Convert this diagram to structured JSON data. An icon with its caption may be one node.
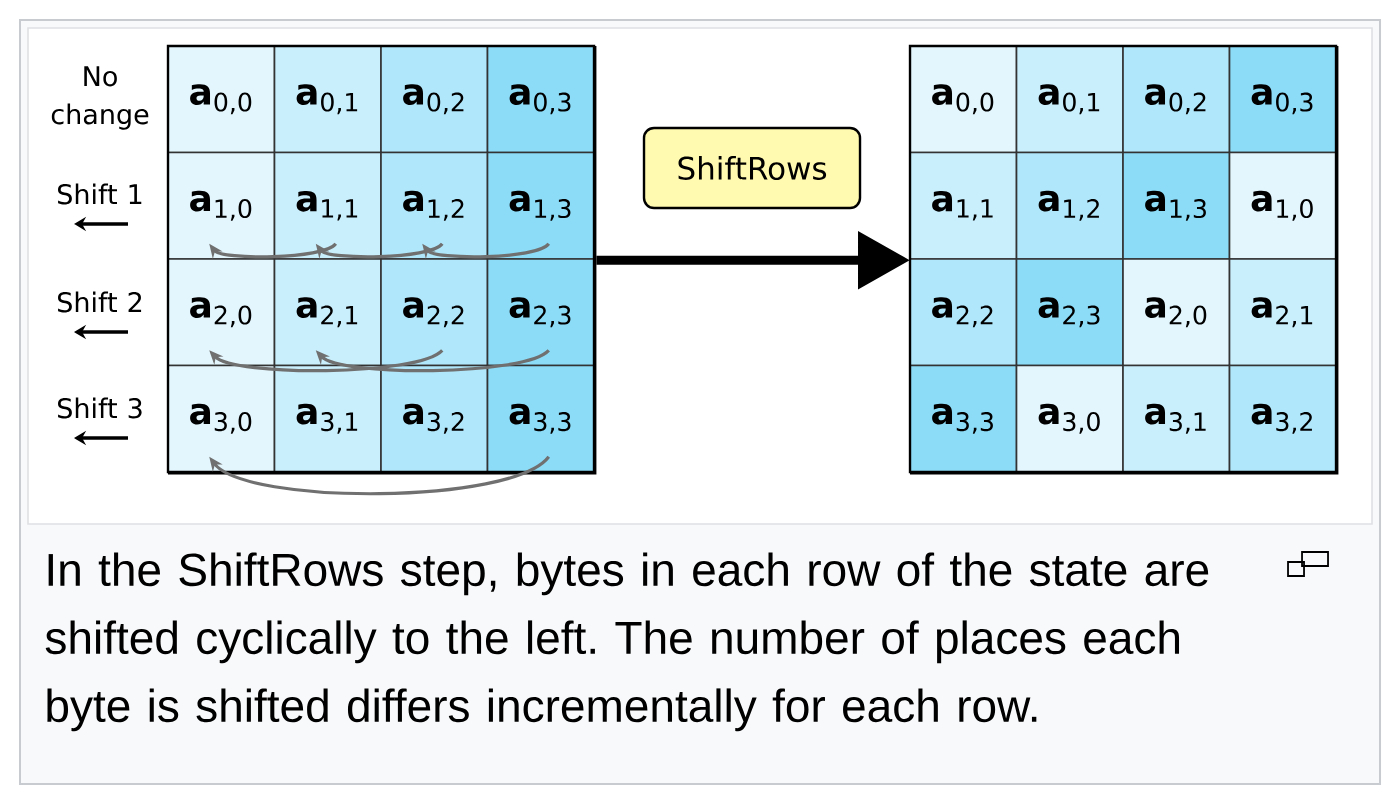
{
  "diagram": {
    "caption": "In the ShiftRows step, bytes in each row of the state are shifted cyclically to the left. The number of places each byte is shifted differs incrementally for each row.",
    "nodes": [
      {
        "text": [],
        "shape": "box"
      },
      {
        "text": [
          "**a**$_{0,0}$"
        ],
        "in": 0
      },
      {
        "text": [
          "**a**$_{0,1}$"
        ],
        "in": 0
      },
      {
        "text": [
          "**a**$_{0,2}$"
        ],
        "in": 0
      },
      {
        "text": [
          "**a**$_{0,3}$"
        ],
        "in": 0
      },
      {
        "text": [
          "**a**$_{1,0}$"
        ],
        "in": 0
      },
      {
        "text": [
          "**a**$_{1,1}$"
        ],
        "in": 0
      },
      {
        "text": [
          "**a**$_{1,2}$"
        ],
        "in": 0
      },
      {
        "text": [
          "**a**$_{1,3}$"
        ],
        "in": 0
      },
      {
        "text": [
          "**a**$_{2,0}$"
        ],
        "in": 0
      },
      {
        "text": [
          "**a**$_{2,1}$"
        ],
        "in": 0
      },
      {
        "text": [
          "**a**$_{2,2}$"
        ],
        "in": 0
      },
      {
        "text": [
          "**a**$_{2,3}$"
        ],
        "in": 0
      },
      {
        "text": [
          "**a**$_{3,0}$"
        ],
        "in": 0
      },
      {
        "text": [
          "**a**$_{3,1}$"
        ],
        "in": 0
      },
      {
        "text": [
          "**a**$_{3,2}$"
        ],
        "in": 0
      },
      {
        "text": [
          "**a**$_{3,3}$"
        ],
        "in": 0
      },
      {
        "text": [
          "ShiftRows"
        ]
      },
      {
        "text": [],
        "shape": "box"
      },
      {
        "text": [
          "**a**$_{0,0}$"
        ],
        "in": 18
      },
      {
        "text": [
          "**a**$_{0,1}$"
        ],
        "in": 18
      },
      {
        "text": [
          "**a**$_{0,2}$"
        ],
        "in": 18
      },
      {
        "text": [
          "**a**$_{0,3}$"
        ],
        "in": 18
      },
      {
        "text": [
          "**a**$_{1,1}$"
        ],
        "in": 18
      },
      {
        "text": [
          "**a**$_{1,2}$"
        ],
        "in": 18
      },
      {
        "text": [
          "**a**$_{1,3}$"
        ],
        "in": 18
      },
      {
        "text": [
          "**a**$_{1,0}$"
        ],
        "in": 18
      },
      {
        "text": [
          "**a**$_{2,2}$"
        ],
        "in": 18
      },
      {
        "text": [
          "**a**$_{2,3}$"
        ],
        "in": 18
      },
      {
        "text": [
          "**a**$_{2,0}$"
        ],
        "in": 18
      },
      {
        "text": [
          "**a**$_{2,1}$"
        ],
        "in": 18
      },
      {
        "text": [
          "**a**$_{3,3}$"
        ],
        "in": 18
      },
      {
        "text": [
          "**a**$_{3,0}$"
        ],
        "in": 18
      },
      {
        "text": [
          "**a**$_{3,1}$"
        ],
        "in": 18
      },
      {
        "text": [
          "**a**$_{3,2}$"
        ],
        "in": 18
      }
    ],
    "edges": [
      {
        "from": 0,
        "to": 18,
        "arrow": "to",
        "style": "thick",
        "color": "#000000"
      },
      {
        "from": 6,
        "to": 5,
        "arrow": "to"
      },
      {
        "from": 7,
        "to": 6,
        "arrow": "to"
      },
      {
        "from": 8,
        "to": 7,
        "arrow": "to"
      },
      {
        "from": 11,
        "to": 9,
        "arrow": "to"
      },
      {
        "from": 12,
        "to": 10,
        "arrow": "to"
      },
      {
        "from": 16,
        "to": 13,
        "arrow": "to"
      }
    ],
    "labels": [
      "No change",
      "Shift 1",
      "Shift 2",
      "Shift 3"
    ]
  }
}
